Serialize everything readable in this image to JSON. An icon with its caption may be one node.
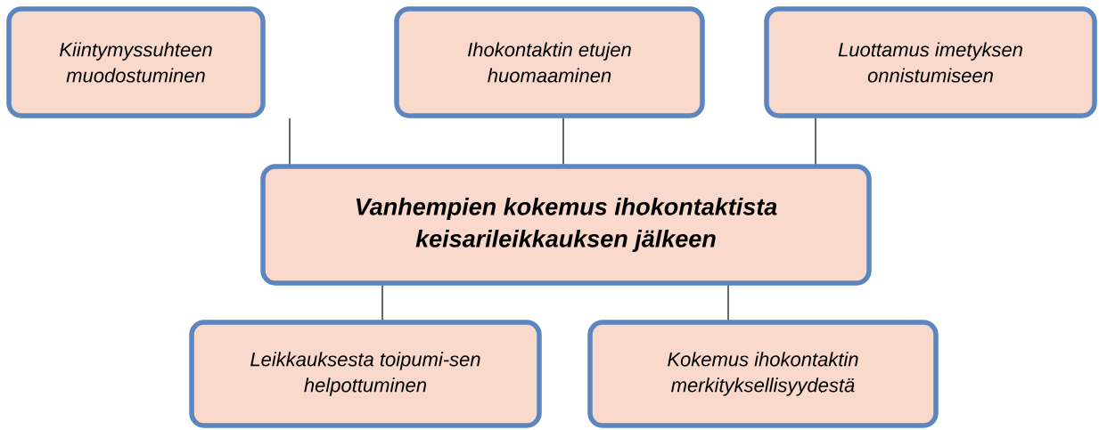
{
  "diagram": {
    "nodes": [
      {
        "text": [
          "Kiintymyssuhteen muodostuminen"
        ]
      },
      {
        "text": [
          "Ihokontaktin etujen huomaaminen"
        ]
      },
      {
        "text": [
          "Luottamus imetyksen onnistumiseen"
        ]
      },
      {
        "text": [
          "Vanhempien kokemus ihokontaktista keisarileikkauksen jälkeen"
        ]
      },
      {
        "text": [
          "Leikkauksesta toipumi-sen helpottuminen"
        ]
      },
      {
        "text": [
          "Kokemus ihokontaktin merkityksellisyydestä"
        ]
      }
    ],
    "edges": [
      {
        "from": 3,
        "to": 0,
        "arrow": "none"
      },
      {
        "from": 3,
        "to": 1,
        "arrow": "none"
      },
      {
        "from": 3,
        "to": 2,
        "arrow": "none"
      },
      {
        "from": 3,
        "to": 4,
        "arrow": "none"
      },
      {
        "from": 3,
        "to": 5,
        "arrow": "none"
      }
    ]
  }
}
